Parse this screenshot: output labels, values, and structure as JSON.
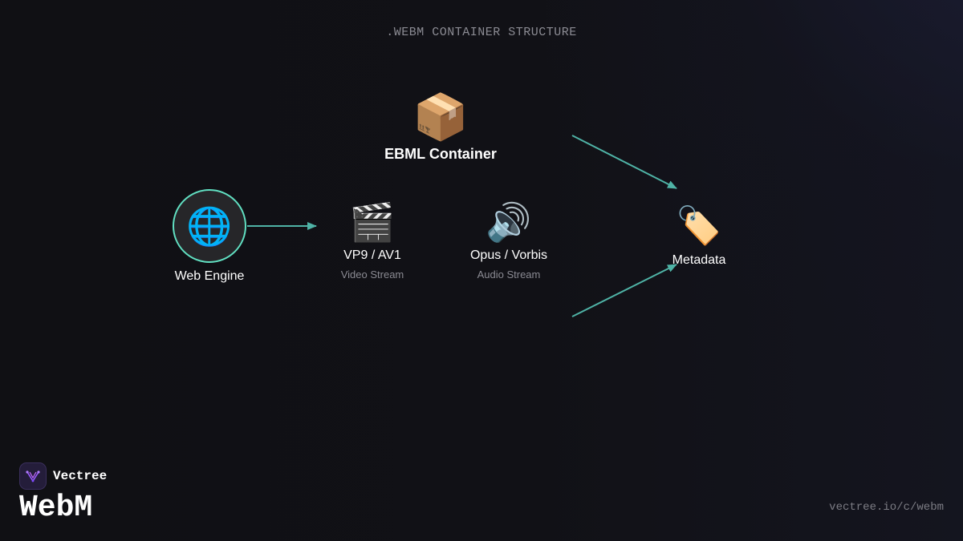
{
  "header": {
    "title": ".WEBM CONTAINER STRUCTURE"
  },
  "colors": {
    "accent": "#61e0c2",
    "arrow": "#4fb3a6",
    "background": "#111116"
  },
  "diagram": {
    "nodes": [
      {
        "id": "ebml",
        "icon": "package-icon",
        "glyph": "📦",
        "label": "EBML Container",
        "sublabel": ""
      },
      {
        "id": "engine",
        "icon": "globe-icon",
        "glyph": "🌐",
        "label": "Web Engine",
        "sublabel": ""
      },
      {
        "id": "video",
        "icon": "clapperboard-icon",
        "glyph": "🎬",
        "label": "VP9 / AV1",
        "sublabel": "Video Stream"
      },
      {
        "id": "audio",
        "icon": "speaker-icon",
        "glyph": "🔊",
        "label": "Opus / Vorbis",
        "sublabel": "Audio Stream"
      },
      {
        "id": "meta",
        "icon": "tag-icon",
        "glyph": "🏷️",
        "label": "Metadata",
        "sublabel": ""
      }
    ],
    "edges": [
      {
        "from": "engine",
        "to": "video"
      },
      {
        "from": "ebml",
        "to": "meta"
      },
      {
        "from": "audio",
        "to": "meta"
      }
    ]
  },
  "brand": {
    "name": "Vectree",
    "product": "WebM",
    "logo_icon": "vectree-logo-icon"
  },
  "footer": {
    "url": "vectree.io/c/webm"
  }
}
